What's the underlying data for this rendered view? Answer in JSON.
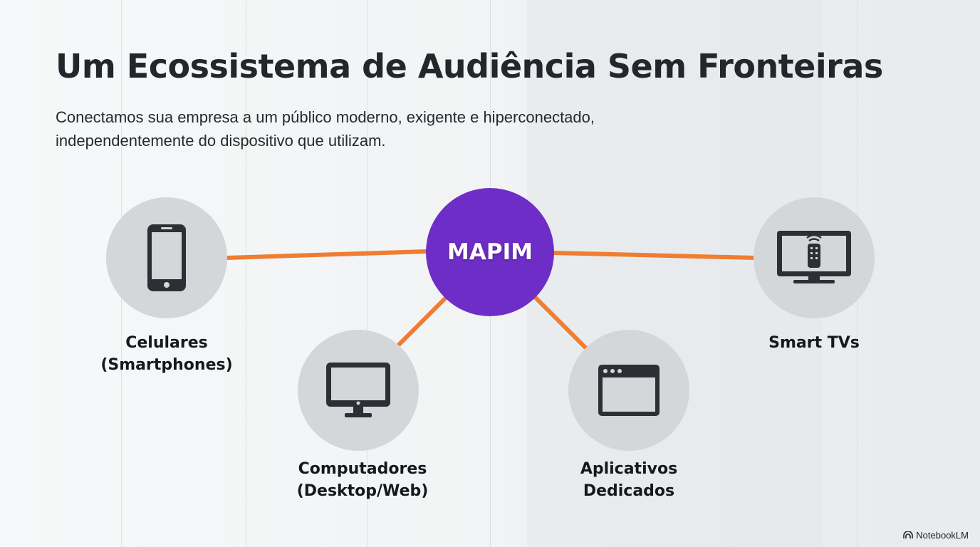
{
  "title": "Um Ecossistema de Audiência Sem Fronteiras",
  "subtitle_lines": [
    "Conectamos sua empresa a um público moderno, exigente e hiperconectado,",
    "independentemente do dispositivo que utilizam."
  ],
  "hub": {
    "label": "MAPIM",
    "color": "#6f2dc7"
  },
  "connector_color": "#ef7d32",
  "nodes": [
    {
      "icon": "smartphone-icon",
      "label_lines": [
        "Celulares",
        "(Smartphones)"
      ]
    },
    {
      "icon": "desktop-icon",
      "label_lines": [
        "Computadores",
        "(Desktop/Web)"
      ]
    },
    {
      "icon": "app-window-icon",
      "label_lines": [
        "Aplicativos",
        "Dedicados"
      ]
    },
    {
      "icon": "smart-tv-icon",
      "label_lines": [
        "Smart TVs"
      ]
    }
  ],
  "brand": "NotebookLM"
}
